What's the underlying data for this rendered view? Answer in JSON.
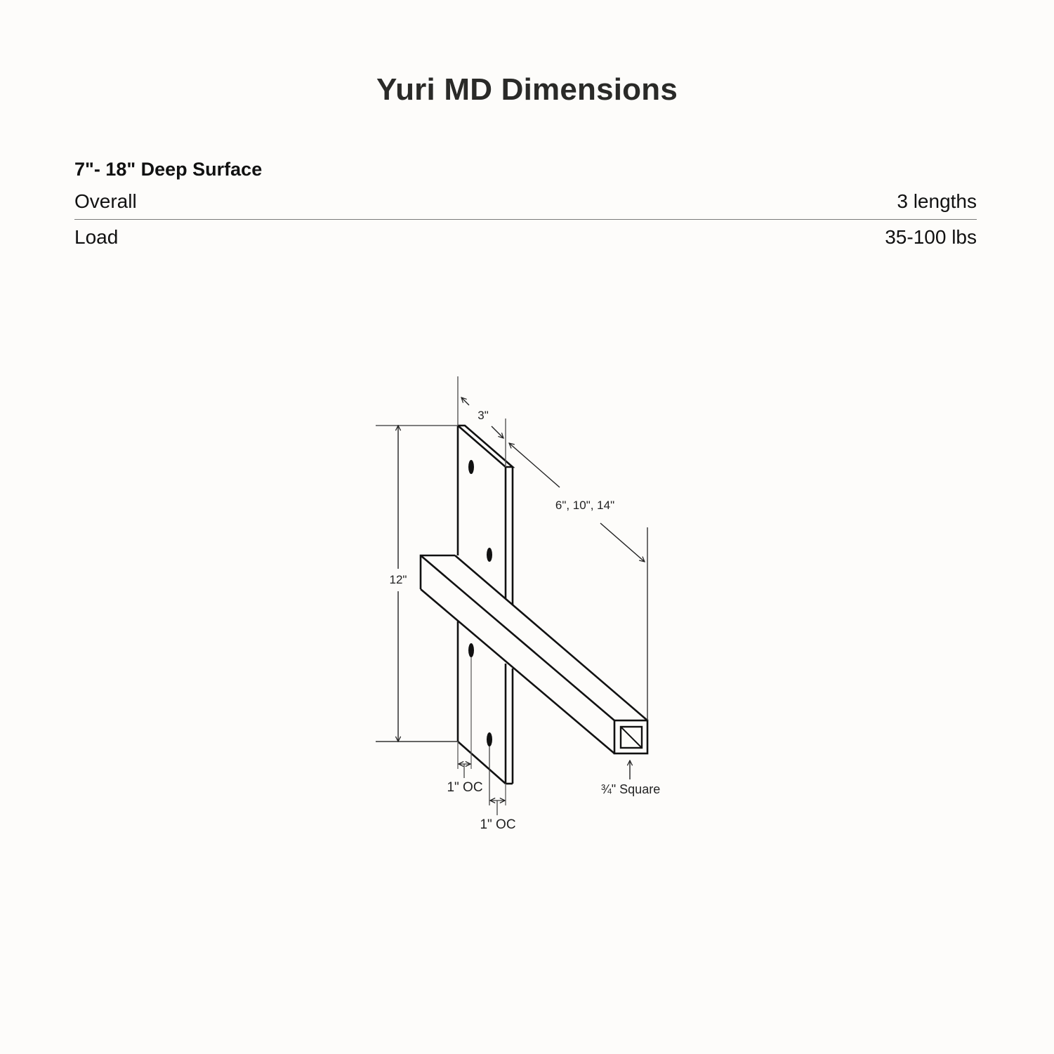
{
  "title": "Yuri MD Dimensions",
  "specs": {
    "heading": "7\"- 18\" Deep Surface",
    "rows": [
      {
        "label": "Overall",
        "value": "3 lengths"
      },
      {
        "label": "Load",
        "value": "35-100 lbs"
      }
    ]
  },
  "diagram": {
    "subject": "wall-mount bracket: vertical back plate with horizontal square bar",
    "labels": {
      "plate_depth": "3\"",
      "bar_lengths": "6\", 10\", 14\"",
      "plate_height": "12\"",
      "hole_offset_front": "1\" OC",
      "hole_offset_back": "1\" OC",
      "bar_profile": "¾\" Square"
    },
    "colors": {
      "line": "#111111",
      "dimension_line": "#555555",
      "background": "#fdfcfa"
    }
  }
}
